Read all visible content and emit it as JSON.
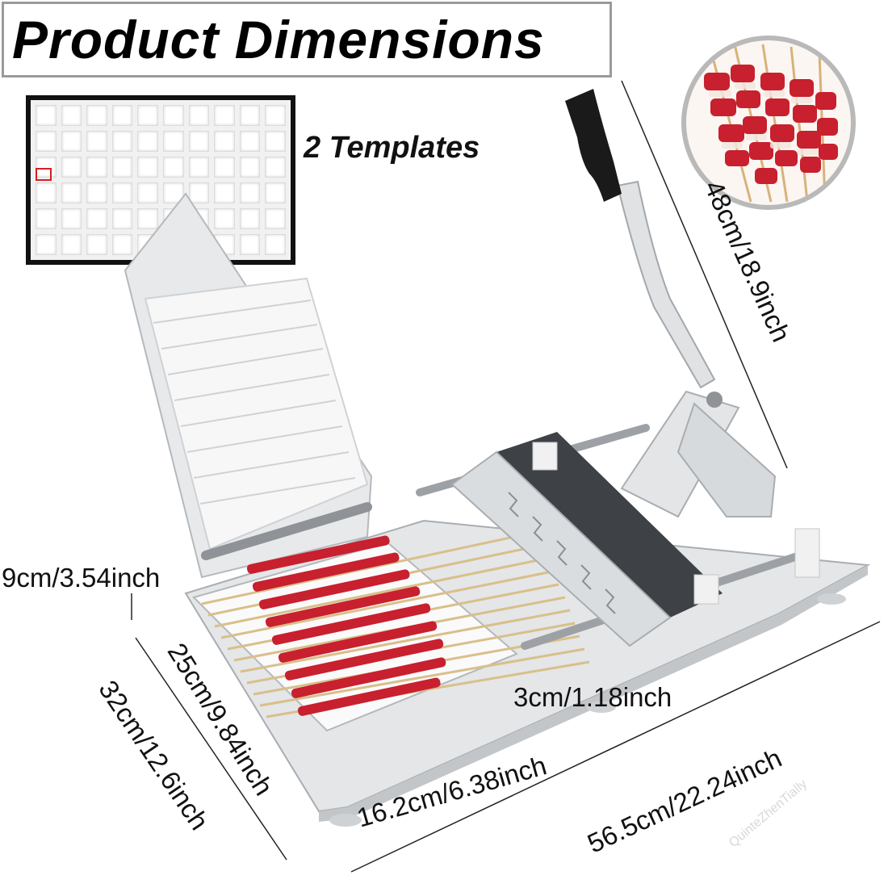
{
  "title": "Product Dimensions",
  "templates_label": "2 Templates",
  "dimensions": {
    "height": "48cm/18.9inch",
    "thickness": "9cm/3.54inch",
    "inner_width": "25cm/9.84inch",
    "outer_width": "32cm/12.6inch",
    "gap": "3cm/1.18inch",
    "inner_length": "16.2cm/6.38inch",
    "total_length": "56.5cm/22.24inch"
  },
  "watermark": "QuinteZhenTially",
  "colors": {
    "steel": "#d9dcdf",
    "meat": "#c8202e",
    "plastic": "#f4f4f4",
    "handle": "#1a1a1a",
    "frame": "#111111"
  },
  "icons": {
    "product_photo": "skewer-machine-image",
    "inset_photo": "meat-skewers-image"
  }
}
